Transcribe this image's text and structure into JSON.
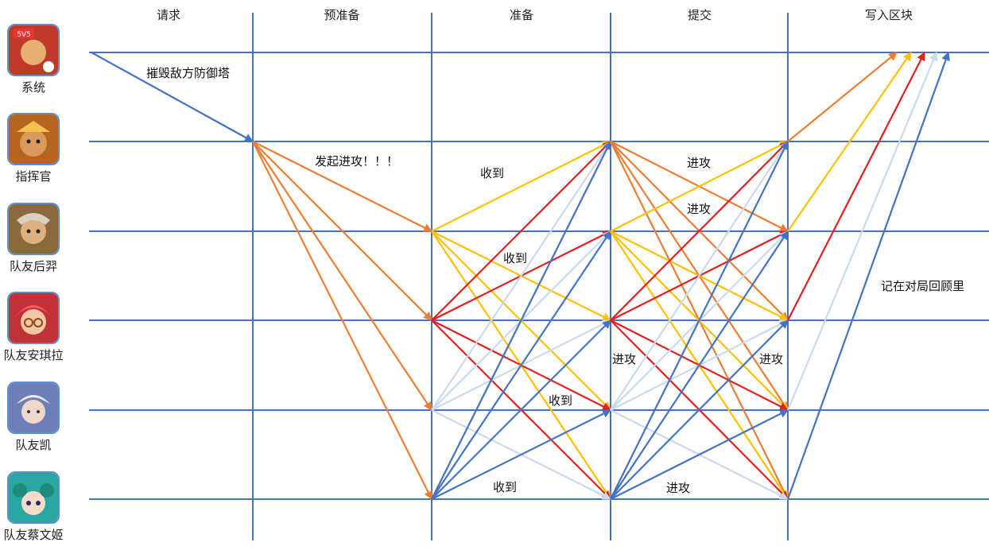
{
  "phases": [
    "请求",
    "预准备",
    "准备",
    "提交",
    "写入区块"
  ],
  "actors": [
    {
      "name": "系统",
      "icon": "system-game-icon",
      "bg": "#c0392b"
    },
    {
      "name": "指挥官",
      "icon": "commander-portrait-icon",
      "bg": "#b5651d"
    },
    {
      "name": "队友后羿",
      "icon": "houyi-portrait-icon",
      "bg": "#8a6a3a"
    },
    {
      "name": "队友安琪拉",
      "icon": "angela-portrait-icon",
      "bg": "#c2303a"
    },
    {
      "name": "队友凯",
      "icon": "kai-portrait-icon",
      "bg": "#6e7fb8"
    },
    {
      "name": "队友蔡文姬",
      "icon": "caiwenji-portrait-icon",
      "bg": "#2aa7a0"
    }
  ],
  "annotations": {
    "request": "摧毁敌方防御塔",
    "preprepare": "发起进攻！！！",
    "received_1": "收到",
    "received_2": "收到",
    "received_3": "收到",
    "received_4": "收到",
    "attack_1": "进攻",
    "attack_2": "进攻",
    "attack_3": "进攻",
    "attack_4": "进攻",
    "attack_5": "进攻",
    "block_note": "记在对局回顾里"
  },
  "colors": {
    "grid": "#4472c4",
    "commander": "#ed7d31",
    "houyi": "#ffc000",
    "angela": "#e02020",
    "kai": "#c9d9ef",
    "caiwenji": "#4472c4"
  }
}
